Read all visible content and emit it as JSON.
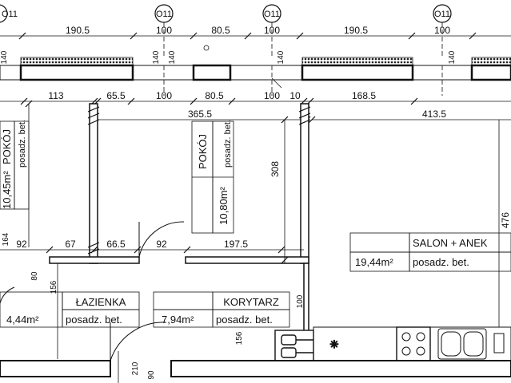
{
  "axes": [
    {
      "label": "O11"
    },
    {
      "label": "O11"
    },
    {
      "label": "O11"
    },
    {
      "label": "O11"
    }
  ],
  "dims_top": [
    "190.5",
    "100",
    "80.5",
    "100",
    "190.5",
    "100"
  ],
  "dims_top_small": [
    "140",
    "140",
    "140",
    "140",
    "140"
  ],
  "dims_second": [
    "113",
    "65.5",
    "100",
    "80.5",
    "100",
    "10",
    "168.5"
  ],
  "dims_third": [
    "365.5",
    "413.5"
  ],
  "dims_vertical": [
    "308",
    "476",
    "156",
    "156",
    "100",
    "210",
    "90",
    "80",
    "164"
  ],
  "dims_partition": [
    "92",
    "67",
    "66.5",
    "92",
    "197.5"
  ],
  "rooms": [
    {
      "name": "POKÓJ",
      "area": "10,45m²",
      "floor": "posadz. bet."
    },
    {
      "name": "POKÓJ",
      "area": "10,80m²",
      "floor": "posadz. bet."
    },
    {
      "name": "ŁAZIENKA",
      "area": "4,44m²",
      "floor": "posadz. bet."
    },
    {
      "name": "KORYTARZ",
      "area": "7,94m²",
      "floor": "posadz. bet."
    },
    {
      "name": "SALON + ANEK",
      "area": "19,44m²",
      "floor": "posadz. bet."
    }
  ]
}
